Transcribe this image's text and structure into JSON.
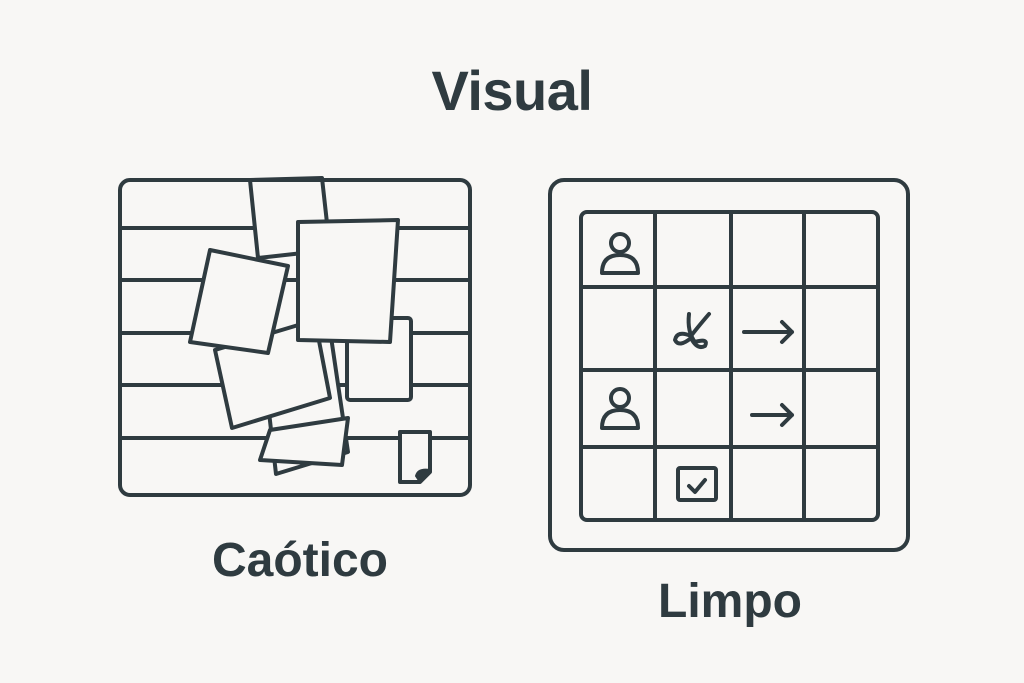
{
  "title": "Visual",
  "panels": {
    "chaotic": {
      "label": "Caótico",
      "description": "Disordered board with overlapping, rotated cards over horizontal lanes",
      "lane_count": 6,
      "card_count": 8,
      "icons": [
        "sticky-note-icon"
      ]
    },
    "clean": {
      "label": "Limpo",
      "description": "Orderly 4x4 grid board",
      "rows": 4,
      "columns": 4,
      "cells": [
        {
          "row": 0,
          "col": 0,
          "icon": "user-icon"
        },
        {
          "row": 1,
          "col": 1,
          "icon": "scissors-icon"
        },
        {
          "row": 1,
          "col": 2,
          "icon": "arrow-right-icon"
        },
        {
          "row": 2,
          "col": 0,
          "icon": "user-icon"
        },
        {
          "row": 2,
          "col": 2,
          "icon": "arrow-right-icon"
        },
        {
          "row": 3,
          "col": 1,
          "icon": "checkbox-checked-icon"
        }
      ]
    }
  },
  "colors": {
    "background": "#f8f7f5",
    "ink": "#2f3b40"
  }
}
